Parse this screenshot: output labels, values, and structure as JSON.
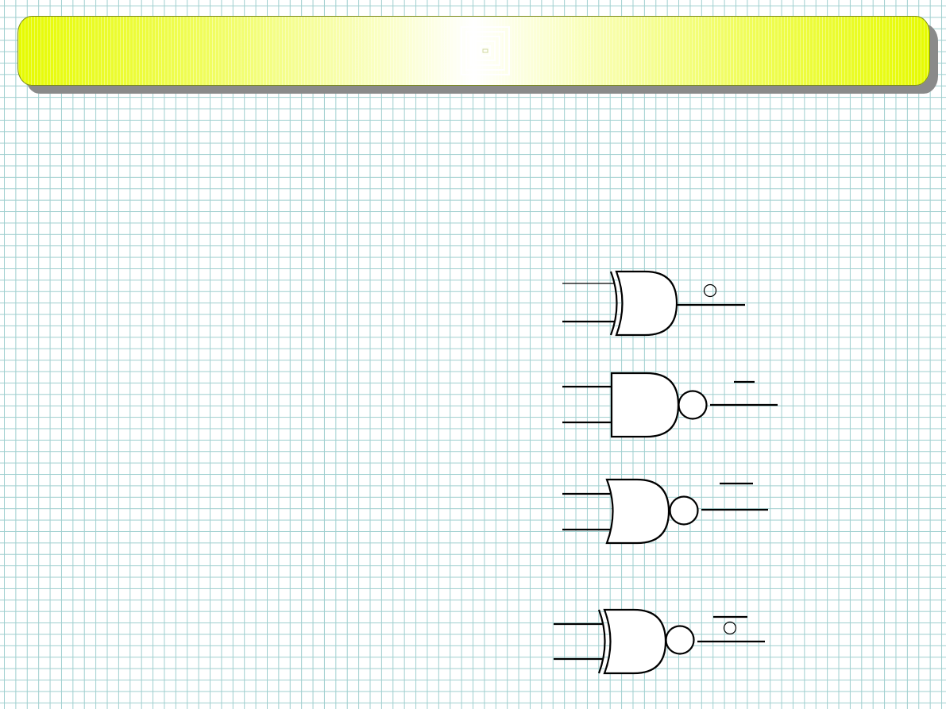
{
  "banner": {
    "color": "#e6fb00",
    "emblem": "concentric-square-emblem"
  },
  "gates": [
    {
      "type": "xor-gate",
      "inputs": 2,
      "output_mark": "small-circle"
    },
    {
      "type": "nand-gate",
      "inputs": 2,
      "output_mark": "overbar"
    },
    {
      "type": "nor-gate",
      "inputs": 2,
      "output_mark": "overbar"
    },
    {
      "type": "xnor-gate",
      "inputs": 2,
      "output_mark": "overbar-with-circle"
    }
  ]
}
